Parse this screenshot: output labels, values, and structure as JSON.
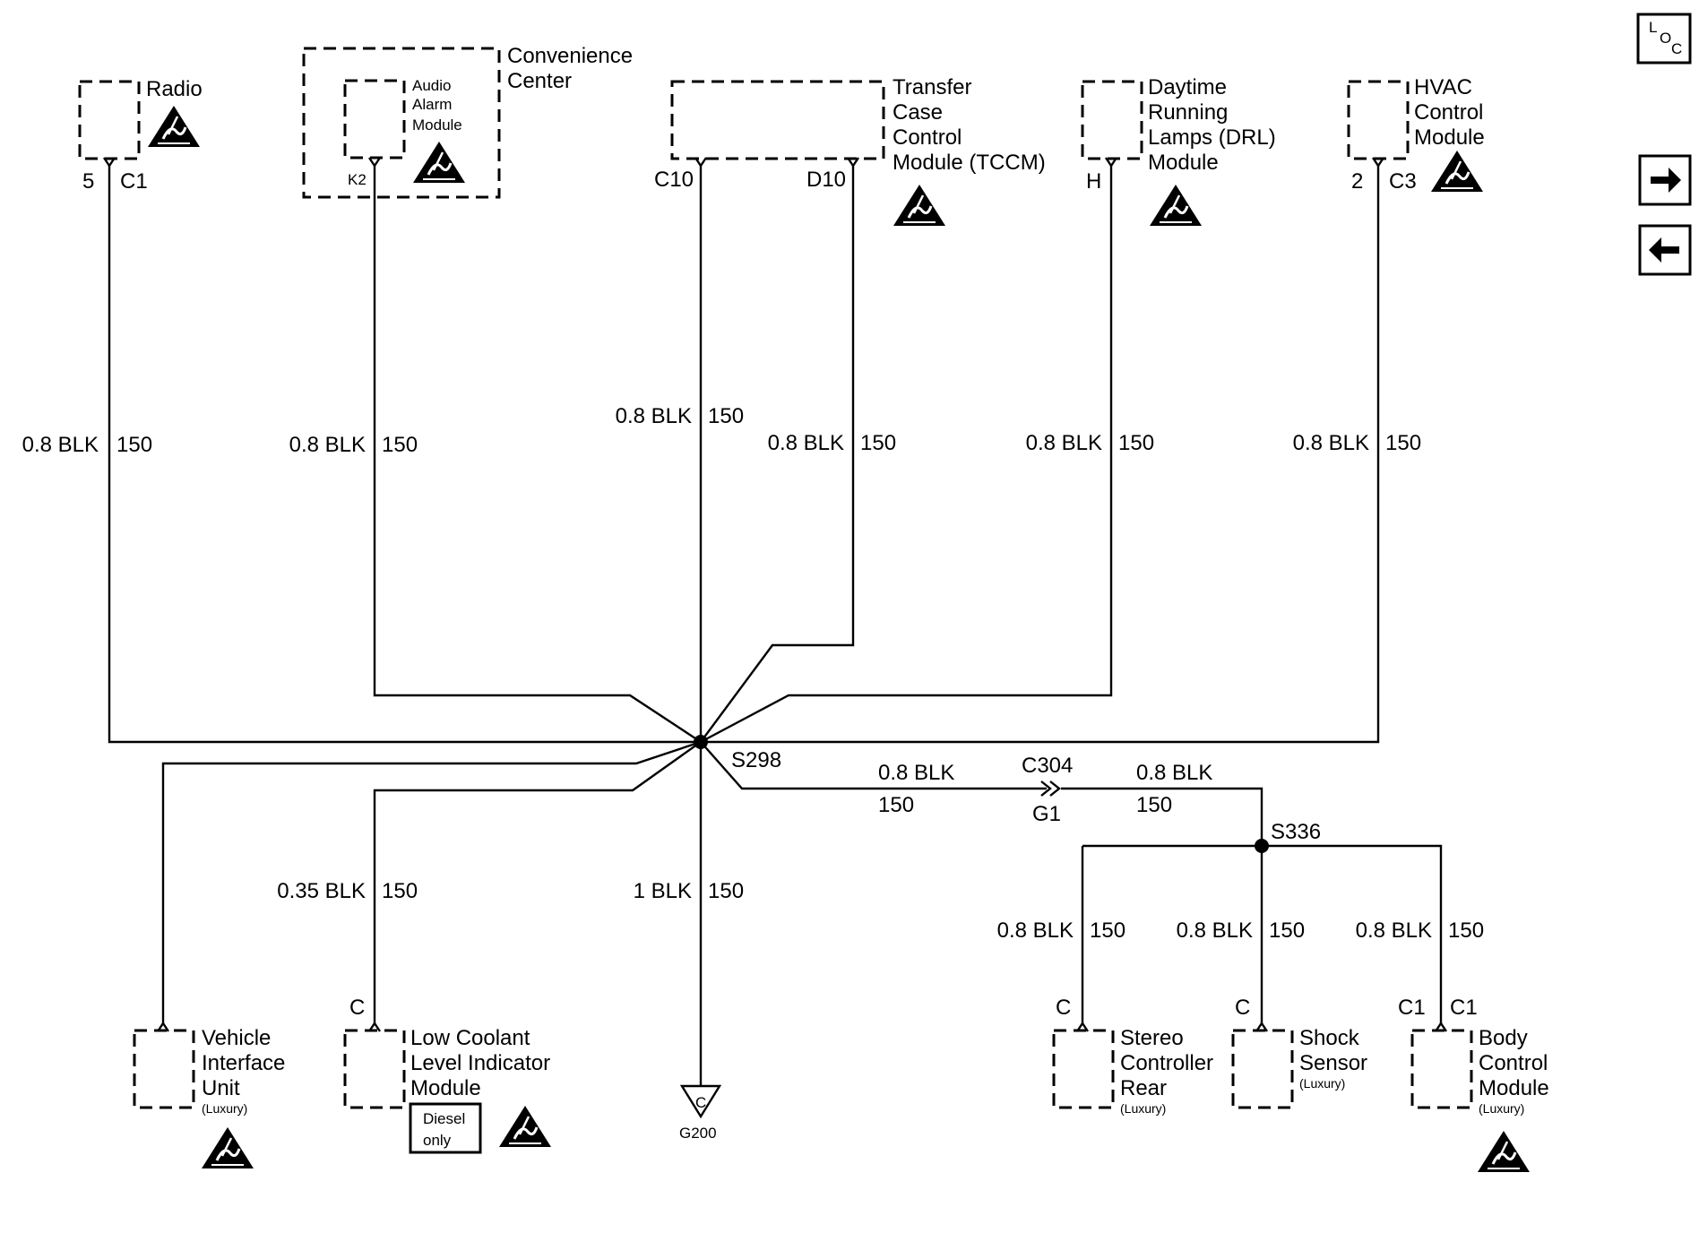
{
  "components": {
    "radio": {
      "name": "Radio",
      "pin": "5",
      "connector": "C1"
    },
    "convenience_center": {
      "name_line1": "Convenience",
      "name_line2": "Center"
    },
    "audio_alarm": {
      "line1": "Audio",
      "line2": "Alarm",
      "line3": "Module",
      "pin": "K2"
    },
    "tccm": {
      "line1": "Transfer",
      "line2": "Case",
      "line3": "Control",
      "line4": "Module (TCCM)",
      "pin_left": "C10",
      "pin_right": "D10"
    },
    "drl": {
      "line1": "Daytime",
      "line2": "Running",
      "line3": "Lamps (DRL)",
      "line4": "Module",
      "pin": "H"
    },
    "hvac": {
      "line1": "HVAC",
      "line2": "Control",
      "line3": "Module",
      "pin": "2",
      "connector": "C3"
    },
    "viu": {
      "line1": "Vehicle",
      "line2": "Interface",
      "line3": "Unit",
      "note": "(Luxury)"
    },
    "lcl": {
      "line1": "Low Coolant",
      "line2": "Level Indicator",
      "line3": "Module",
      "pin": "C",
      "diesel_line1": "Diesel",
      "diesel_line2": "only"
    },
    "stereo": {
      "line1": "Stereo",
      "line2": "Controller",
      "line3": "Rear",
      "note": "(Luxury)",
      "pin": "C"
    },
    "shock": {
      "line1": "Shock",
      "line2": "Sensor",
      "note": "(Luxury)",
      "pin": "C"
    },
    "bcm": {
      "line1": "Body",
      "line2": "Control",
      "line3": "Module",
      "note": "(Luxury)",
      "pin": "C1",
      "connector": "C1"
    },
    "ground": {
      "pin": "C",
      "label": "G200"
    }
  },
  "wires": {
    "radio": {
      "gauge": "0.8 BLK",
      "circuit": "150"
    },
    "audio": {
      "gauge": "0.8 BLK",
      "circuit": "150"
    },
    "tccm_c10": {
      "gauge": "0.8 BLK",
      "circuit": "150"
    },
    "tccm_d10": {
      "gauge": "0.8 BLK",
      "circuit": "150"
    },
    "drl": {
      "gauge": "0.8 BLK",
      "circuit": "150"
    },
    "hvac": {
      "gauge": "0.8 BLK",
      "circuit": "150"
    },
    "lcl": {
      "gauge": "0.35 BLK",
      "circuit": "150"
    },
    "ground": {
      "gauge": "1 BLK",
      "circuit": "150"
    },
    "to_c304": {
      "gauge": "0.8 BLK",
      "circuit": "150"
    },
    "from_c304": {
      "gauge": "0.8 BLK",
      "circuit": "150"
    },
    "stereo": {
      "gauge": "0.8 BLK",
      "circuit": "150"
    },
    "shock": {
      "gauge": "0.8 BLK",
      "circuit": "150"
    },
    "bcm": {
      "gauge": "0.8 BLK",
      "circuit": "150"
    }
  },
  "splices": {
    "main": "S298",
    "secondary": "S336"
  },
  "inline_connector": {
    "name": "C304",
    "pin": "G1"
  },
  "nav": {
    "loc_letters": {
      "l": "L",
      "o": "O",
      "c": "C"
    },
    "forward_icon": "arrow-right-icon",
    "back_icon": "arrow-left-icon"
  },
  "icons": {
    "esd": "esd-warning-icon"
  }
}
